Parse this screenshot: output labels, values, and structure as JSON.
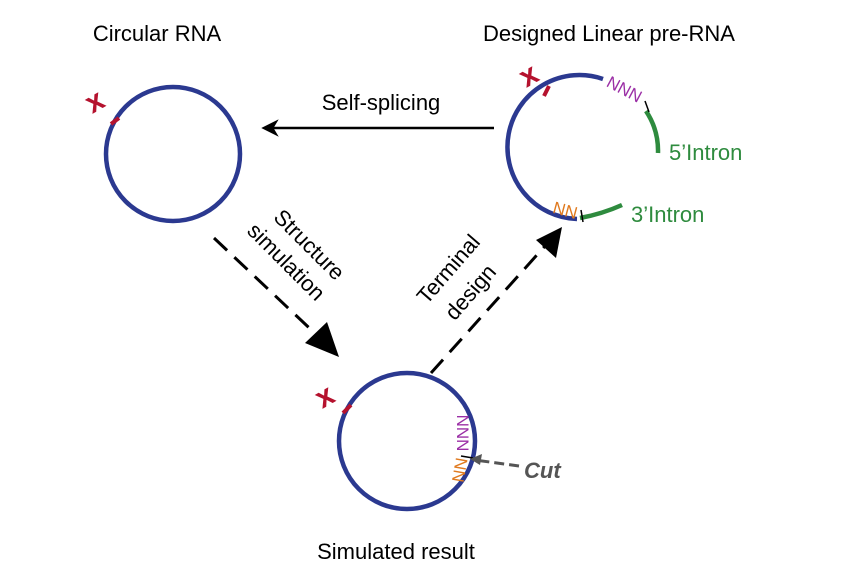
{
  "labels": {
    "circular_rna": "Circular RNA",
    "designed_linear": "Designed Linear pre-RNA",
    "simulated_result": "Simulated result",
    "self_splicing": "Self-splicing",
    "structure": "Structure",
    "simulation": "simulation",
    "terminal": "Terminal",
    "design": "design",
    "cut": "Cut",
    "intron5": "5’Intron",
    "intron3": "3’Intron"
  },
  "markers": {
    "x": "x",
    "nnn": "NNN",
    "nn": "NN"
  },
  "colors": {
    "ring": "#2b3990",
    "intron": "#2e8b3e",
    "x_mark": "#b5122e",
    "nnn": "#9b2fa6",
    "nn": "#e07a1f",
    "arrow": "#000000",
    "cut": "#555555"
  }
}
